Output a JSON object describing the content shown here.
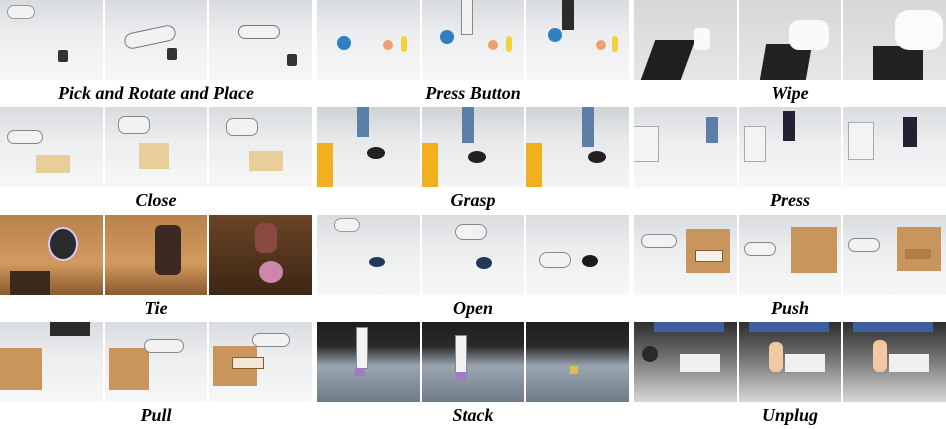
{
  "captions": [
    "Pick and Rotate and Place",
    "Press Button",
    "Wipe",
    "Close",
    "Grasp",
    "Press",
    "Tie",
    "Open",
    "Push",
    "Pull",
    "Stack",
    "Unplug"
  ],
  "colors": {
    "robot_white": "#f2f2f2",
    "robot_dark": "#2b2b2b",
    "ur_blue": "#5b7fa6",
    "wood": "#c9955c",
    "food_box": "#e8cf9a"
  }
}
